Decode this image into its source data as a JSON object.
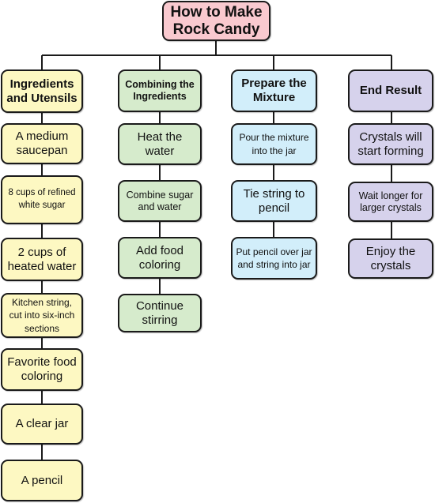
{
  "title": "How to Make Rock Candy",
  "columns": [
    {
      "header": "Ingredients and Utensils",
      "color": "#fdf8c2",
      "items": [
        "A medium saucepan",
        "8 cups of refined white sugar",
        "2 cups of heated water",
        "Kitchen string, cut into six-inch sections",
        "Favorite food coloring",
        "A clear jar",
        "A pencil"
      ]
    },
    {
      "header": "Combining the Ingredients",
      "color": "#d6ebcc",
      "items": [
        "Heat the water",
        "Combine sugar and water",
        "Add food coloring",
        "Continue stirring"
      ]
    },
    {
      "header": "Prepare the Mixture",
      "color": "#d2eefa",
      "items": [
        "Pour the mixture into the jar",
        "Tie string to pencil",
        "Put pencil over jar and string into jar"
      ]
    },
    {
      "header": "End Result",
      "color": "#d6d2ec",
      "items": [
        "Crystals will start forming",
        "Wait longer for larger crystals",
        "Enjoy the crystals"
      ]
    }
  ]
}
